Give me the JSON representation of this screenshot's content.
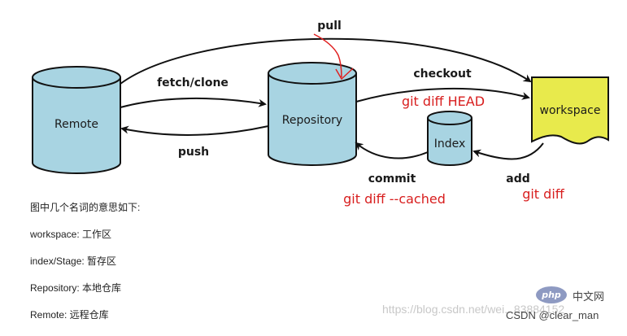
{
  "nodes": {
    "remote": "Remote",
    "repository": "Repository",
    "index": "Index",
    "workspace": "workspace"
  },
  "edges": {
    "pull": "pull",
    "fetch_clone": "fetch/clone",
    "push": "push",
    "checkout": "checkout",
    "commit": "commit",
    "add": "add"
  },
  "annotations": {
    "diff_head": "git diff HEAD",
    "diff_cached": "git diff --cached",
    "diff": "git diff"
  },
  "notes": {
    "intro": "图中几个名词的意思如下:",
    "workspace": "workspace: 工作区",
    "index": "index/Stage: 暂存区",
    "repository": "Repository: 本地仓库",
    "remote": "Remote: 远程仓库"
  },
  "watermarks": {
    "url": "https://blog.csdn.net/wei...83884152",
    "php": "php",
    "php_cn": "中文网",
    "csdn": "CSDN @clear_man"
  },
  "colors": {
    "cylinder_fill": "#a8d4e2",
    "workspace_fill": "#e8ea4c",
    "annotation_red": "#d81e1e",
    "pen_red": "#e02020"
  }
}
